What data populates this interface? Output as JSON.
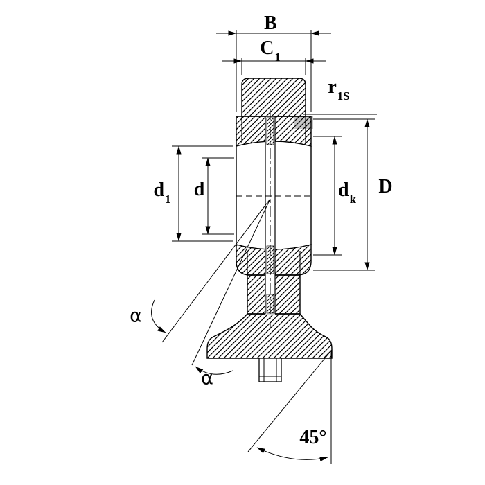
{
  "figure": {
    "type": "technical-drawing",
    "background_color": "#ffffff",
    "line_color": "#000000",
    "highlight_color": "#c8c8c8"
  },
  "labels": {
    "B": {
      "base": "B",
      "sub": ""
    },
    "C1": {
      "base": "C",
      "sub": "1"
    },
    "r1S": {
      "base": "r",
      "sub": "1S"
    },
    "d1": {
      "base": "d",
      "sub": "1"
    },
    "d": {
      "base": "d",
      "sub": ""
    },
    "dk": {
      "base": "d",
      "sub": "k"
    },
    "D": {
      "base": "D",
      "sub": ""
    },
    "alpha1": {
      "base": "α",
      "sub": ""
    },
    "alpha2": {
      "base": "α",
      "sub": ""
    },
    "deg45": {
      "base": "45°",
      "sub": ""
    }
  }
}
